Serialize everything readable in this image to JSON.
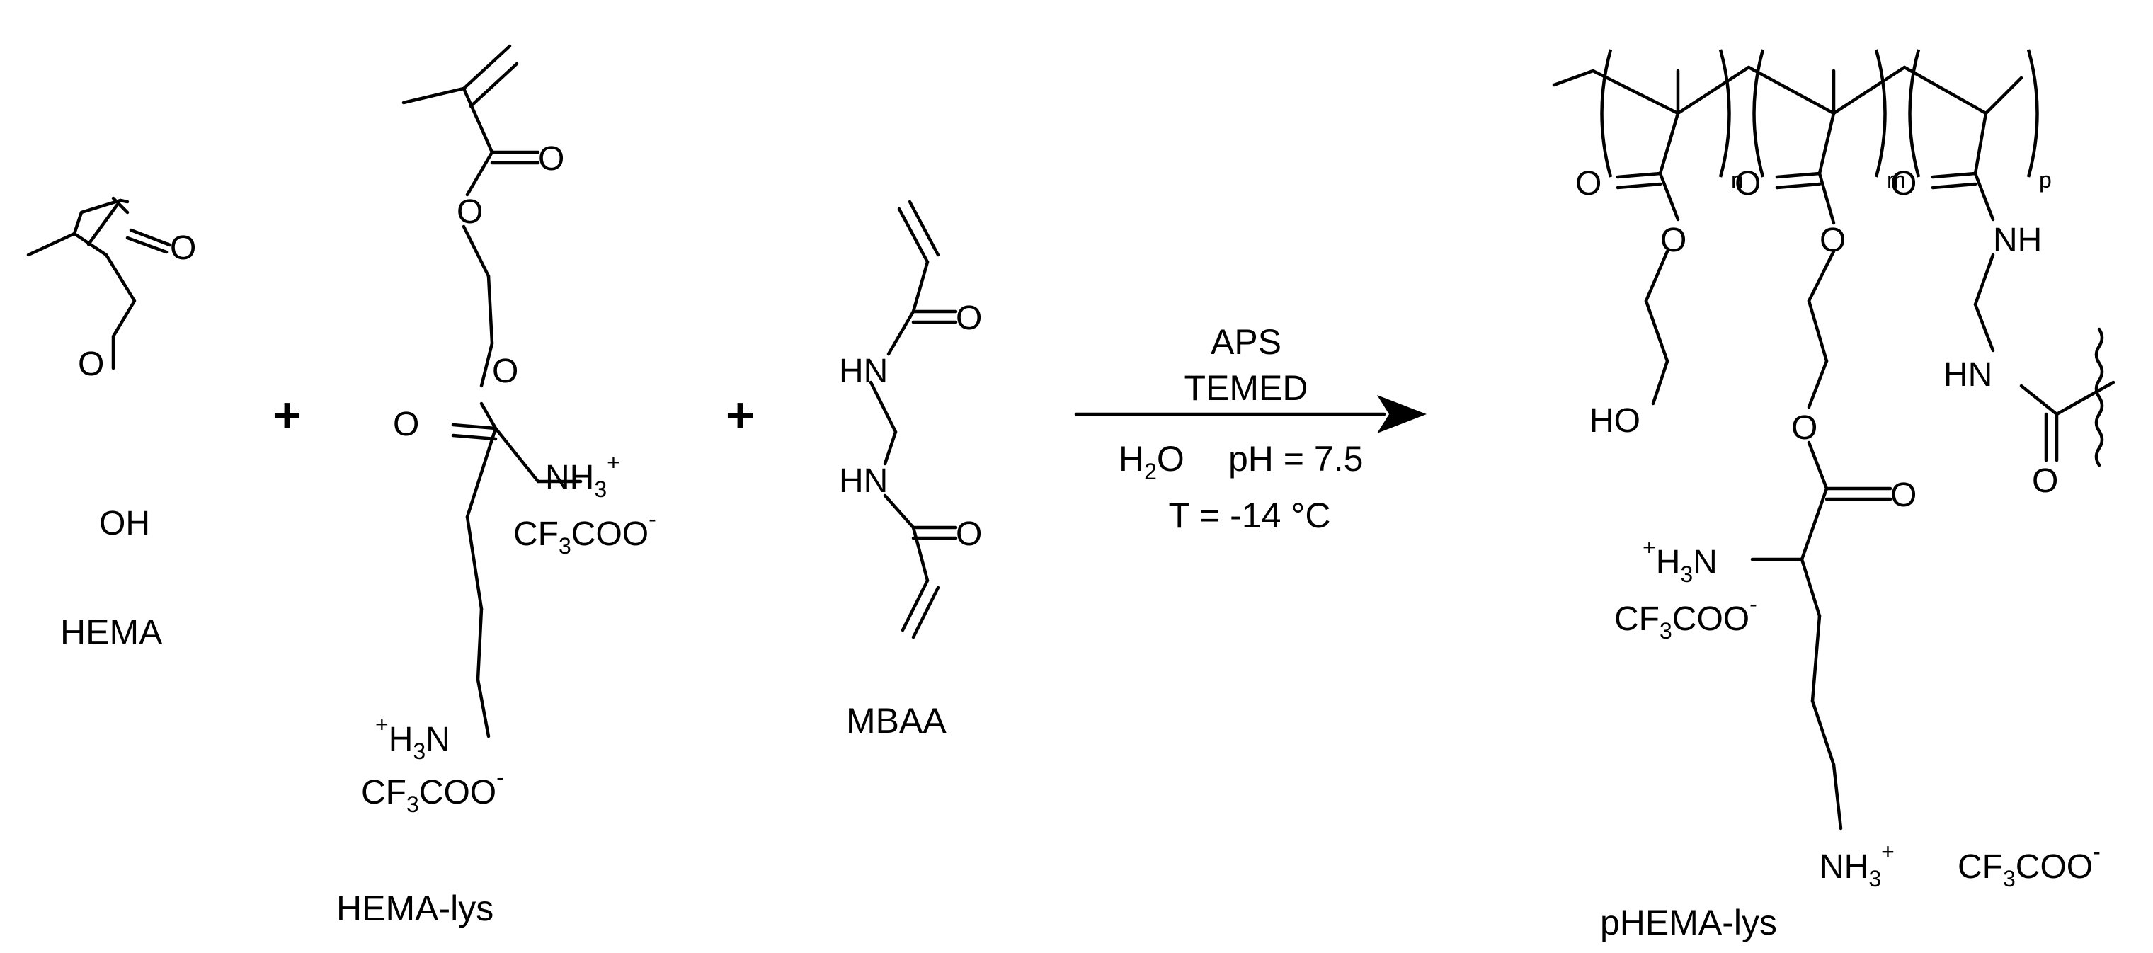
{
  "molecules": {
    "hema": {
      "name": "HEMA"
    },
    "hema_lys": {
      "name": "HEMA-lys"
    },
    "mbaa": {
      "name": "MBAA"
    },
    "product": {
      "name": "pHEMA-lys"
    }
  },
  "atoms": {
    "O": "O",
    "OH": "OH",
    "HO": "HO",
    "HN": "HN",
    "NH": "NH",
    "N": "N",
    "H": "H",
    "CF": "CF",
    "COO": "COO",
    "three": "3",
    "plus": "+",
    "minus": "-"
  },
  "plus_sign": "+",
  "reaction": {
    "reagent_1": "APS",
    "reagent_2": "TEMED",
    "solvent_H": "H",
    "solvent_2": "2",
    "solvent_O": "O",
    "ph": "pH = 7.5",
    "temperature": "T = -14 °C"
  },
  "polymer_indices": {
    "n": "n",
    "m": "m",
    "p": "p"
  }
}
